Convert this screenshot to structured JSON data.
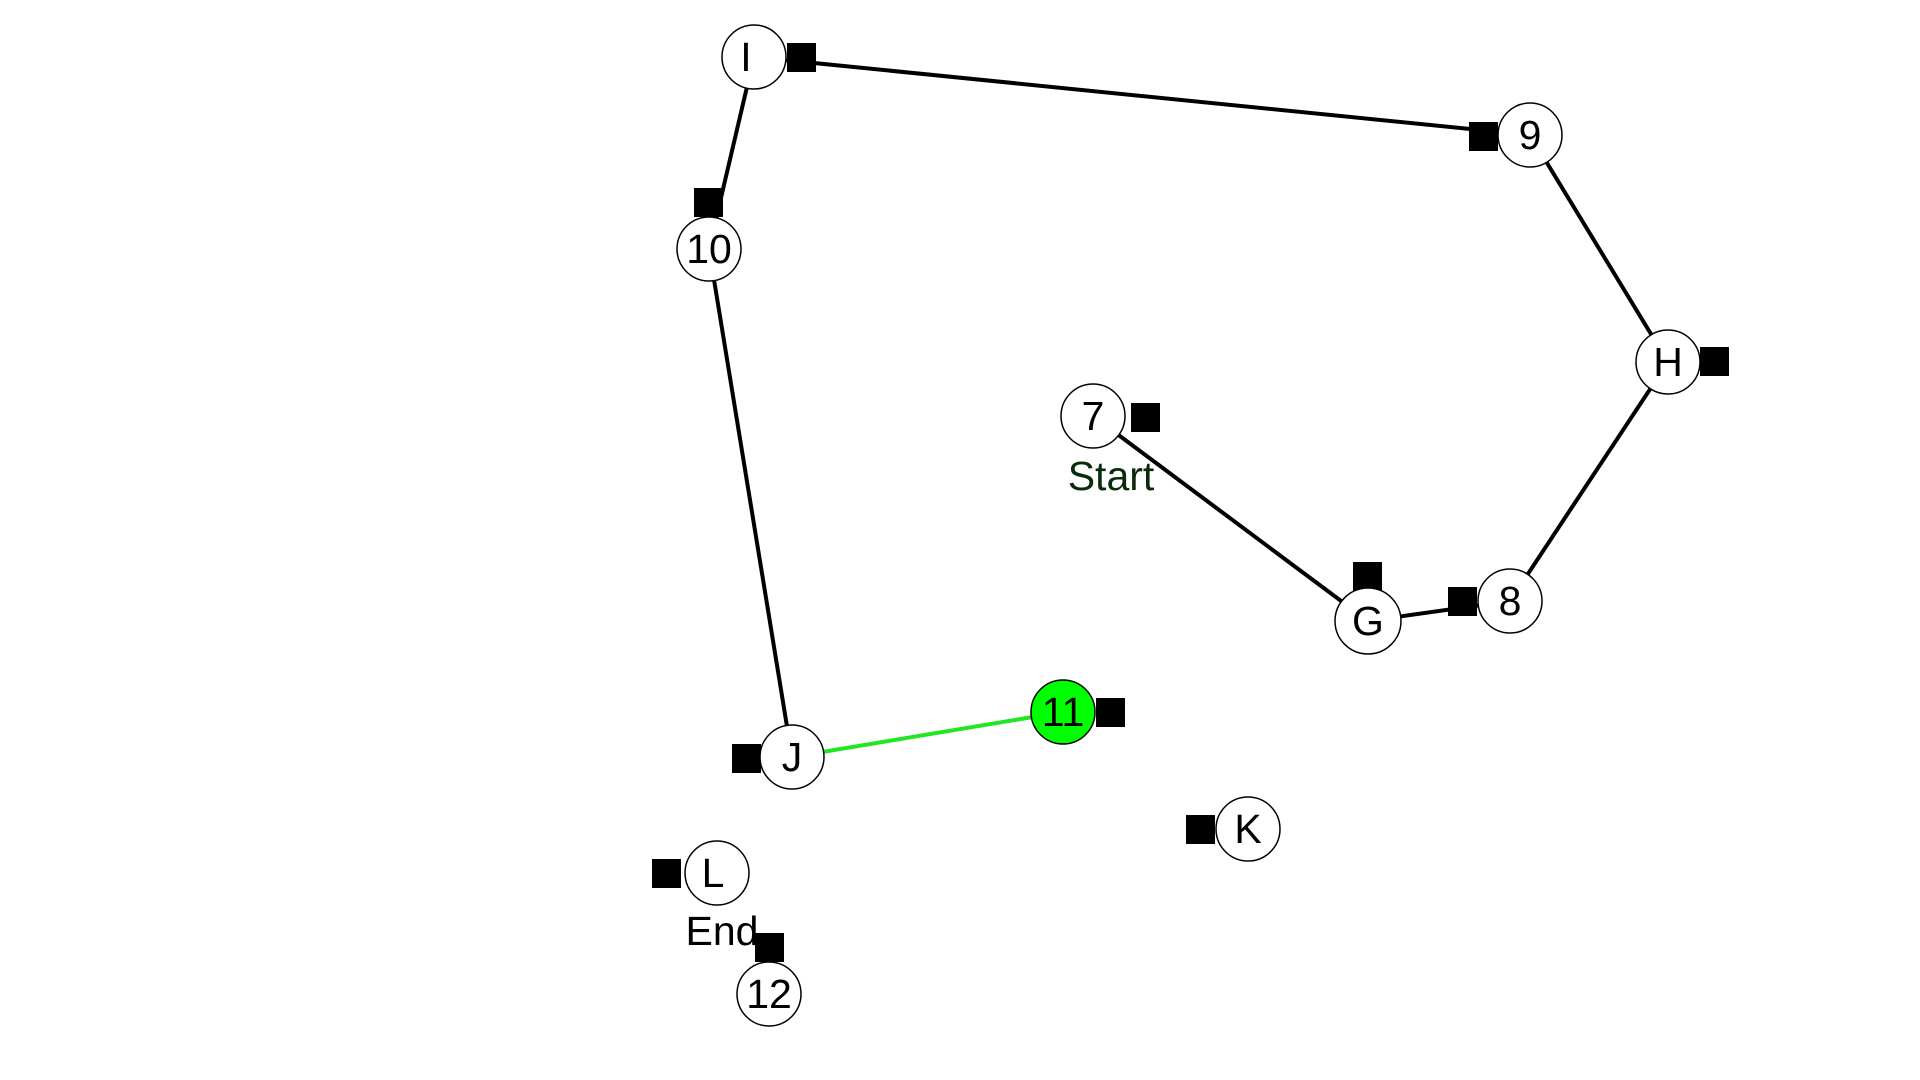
{
  "colors": {
    "background": "#ffffff",
    "edge": "#000000",
    "active_edge": "#22e622",
    "active_node": "#00ff00",
    "node_fill": "#ffffff",
    "node_stroke": "#000000",
    "handle": "#000000",
    "start_text": "#0a2a0a",
    "end_text": "#000000"
  },
  "nodes": {
    "n7": {
      "label": "7"
    },
    "nG": {
      "label": "G"
    },
    "n8": {
      "label": "8"
    },
    "nH": {
      "label": "H"
    },
    "n9": {
      "label": "9"
    },
    "nI": {
      "label": "I"
    },
    "n10": {
      "label": "10"
    },
    "nJ": {
      "label": "J"
    },
    "n11": {
      "label": "11"
    },
    "nK": {
      "label": "K"
    },
    "nL": {
      "label": "L"
    },
    "n12": {
      "label": "12"
    }
  },
  "tags": {
    "start": "Start",
    "end": "End"
  },
  "path_sequence": [
    "7",
    "G",
    "8",
    "H",
    "9",
    "I",
    "10",
    "J",
    "11"
  ],
  "current_node": "11",
  "unvisited_nodes": [
    "K",
    "L",
    "12"
  ]
}
